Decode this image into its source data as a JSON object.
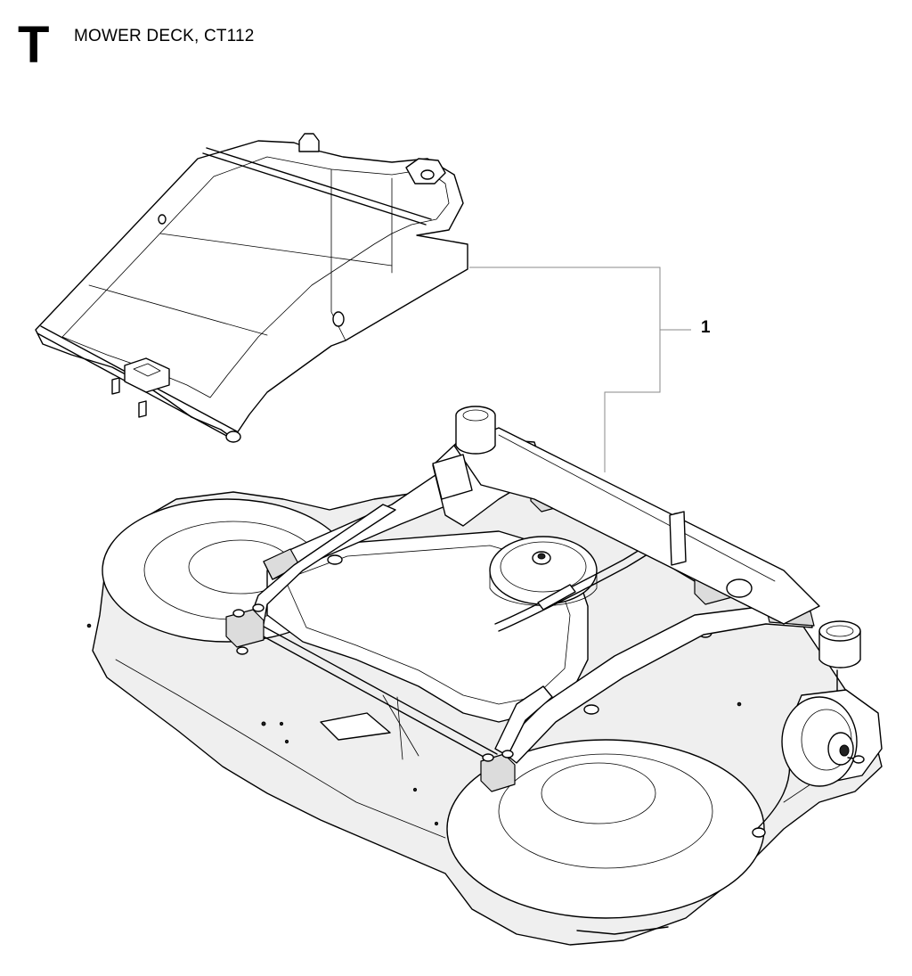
{
  "header": {
    "section_letter": "T",
    "title": "MOWER DECK, CT112"
  },
  "callouts": [
    {
      "number": "1"
    }
  ]
}
